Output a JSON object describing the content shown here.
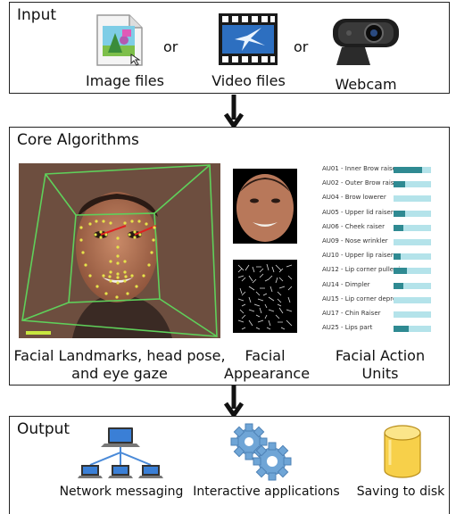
{
  "input": {
    "title": "Input",
    "connector": "or",
    "image_label": "Image files",
    "video_label": "Video files",
    "webcam_label": "Webcam"
  },
  "core": {
    "title": "Core Algorithms",
    "landmarks_label_line1": "Facial Landmarks, head pose,",
    "landmarks_label_line2": "and eye gaze",
    "appearance_label_line1": "Facial",
    "appearance_label_line2": "Appearance",
    "au_label_line1": "Facial Action",
    "au_label_line2": "Units",
    "action_units": [
      {
        "name": "AU01 - Inner Brow raiser",
        "level": 0.75
      },
      {
        "name": "AU02 - Outer Brow raiser",
        "level": 0.3
      },
      {
        "name": "AU04 - Brow lowerer",
        "level": 0.0
      },
      {
        "name": "AU05 - Upper lid raiser",
        "level": 0.3
      },
      {
        "name": "AU06 - Cheek raiser",
        "level": 0.25
      },
      {
        "name": "AU09 - Nose wrinkler",
        "level": 0.0
      },
      {
        "name": "AU10 - Upper lip raiser",
        "level": 0.2
      },
      {
        "name": "AU12 - Lip corner puller i",
        "level": 0.35
      },
      {
        "name": "AU14 - Dimpler",
        "level": 0.25
      },
      {
        "name": "AU15 - Lip corner depres",
        "level": 0.0
      },
      {
        "name": "AU17 - Chin Raiser",
        "level": 0.0
      },
      {
        "name": "AU25 - Lips part",
        "level": 0.4
      }
    ],
    "colors": {
      "au_track": "#b4e3ea",
      "au_fill": "#2f8a92",
      "box_lines": "#5fd05a",
      "landmarks": "#e6e34a",
      "gaze": "#e02020"
    }
  },
  "output": {
    "title": "Output",
    "network_label": "Network messaging",
    "interactive_label": "Interactive applications",
    "disk_label": "Saving to disk"
  }
}
